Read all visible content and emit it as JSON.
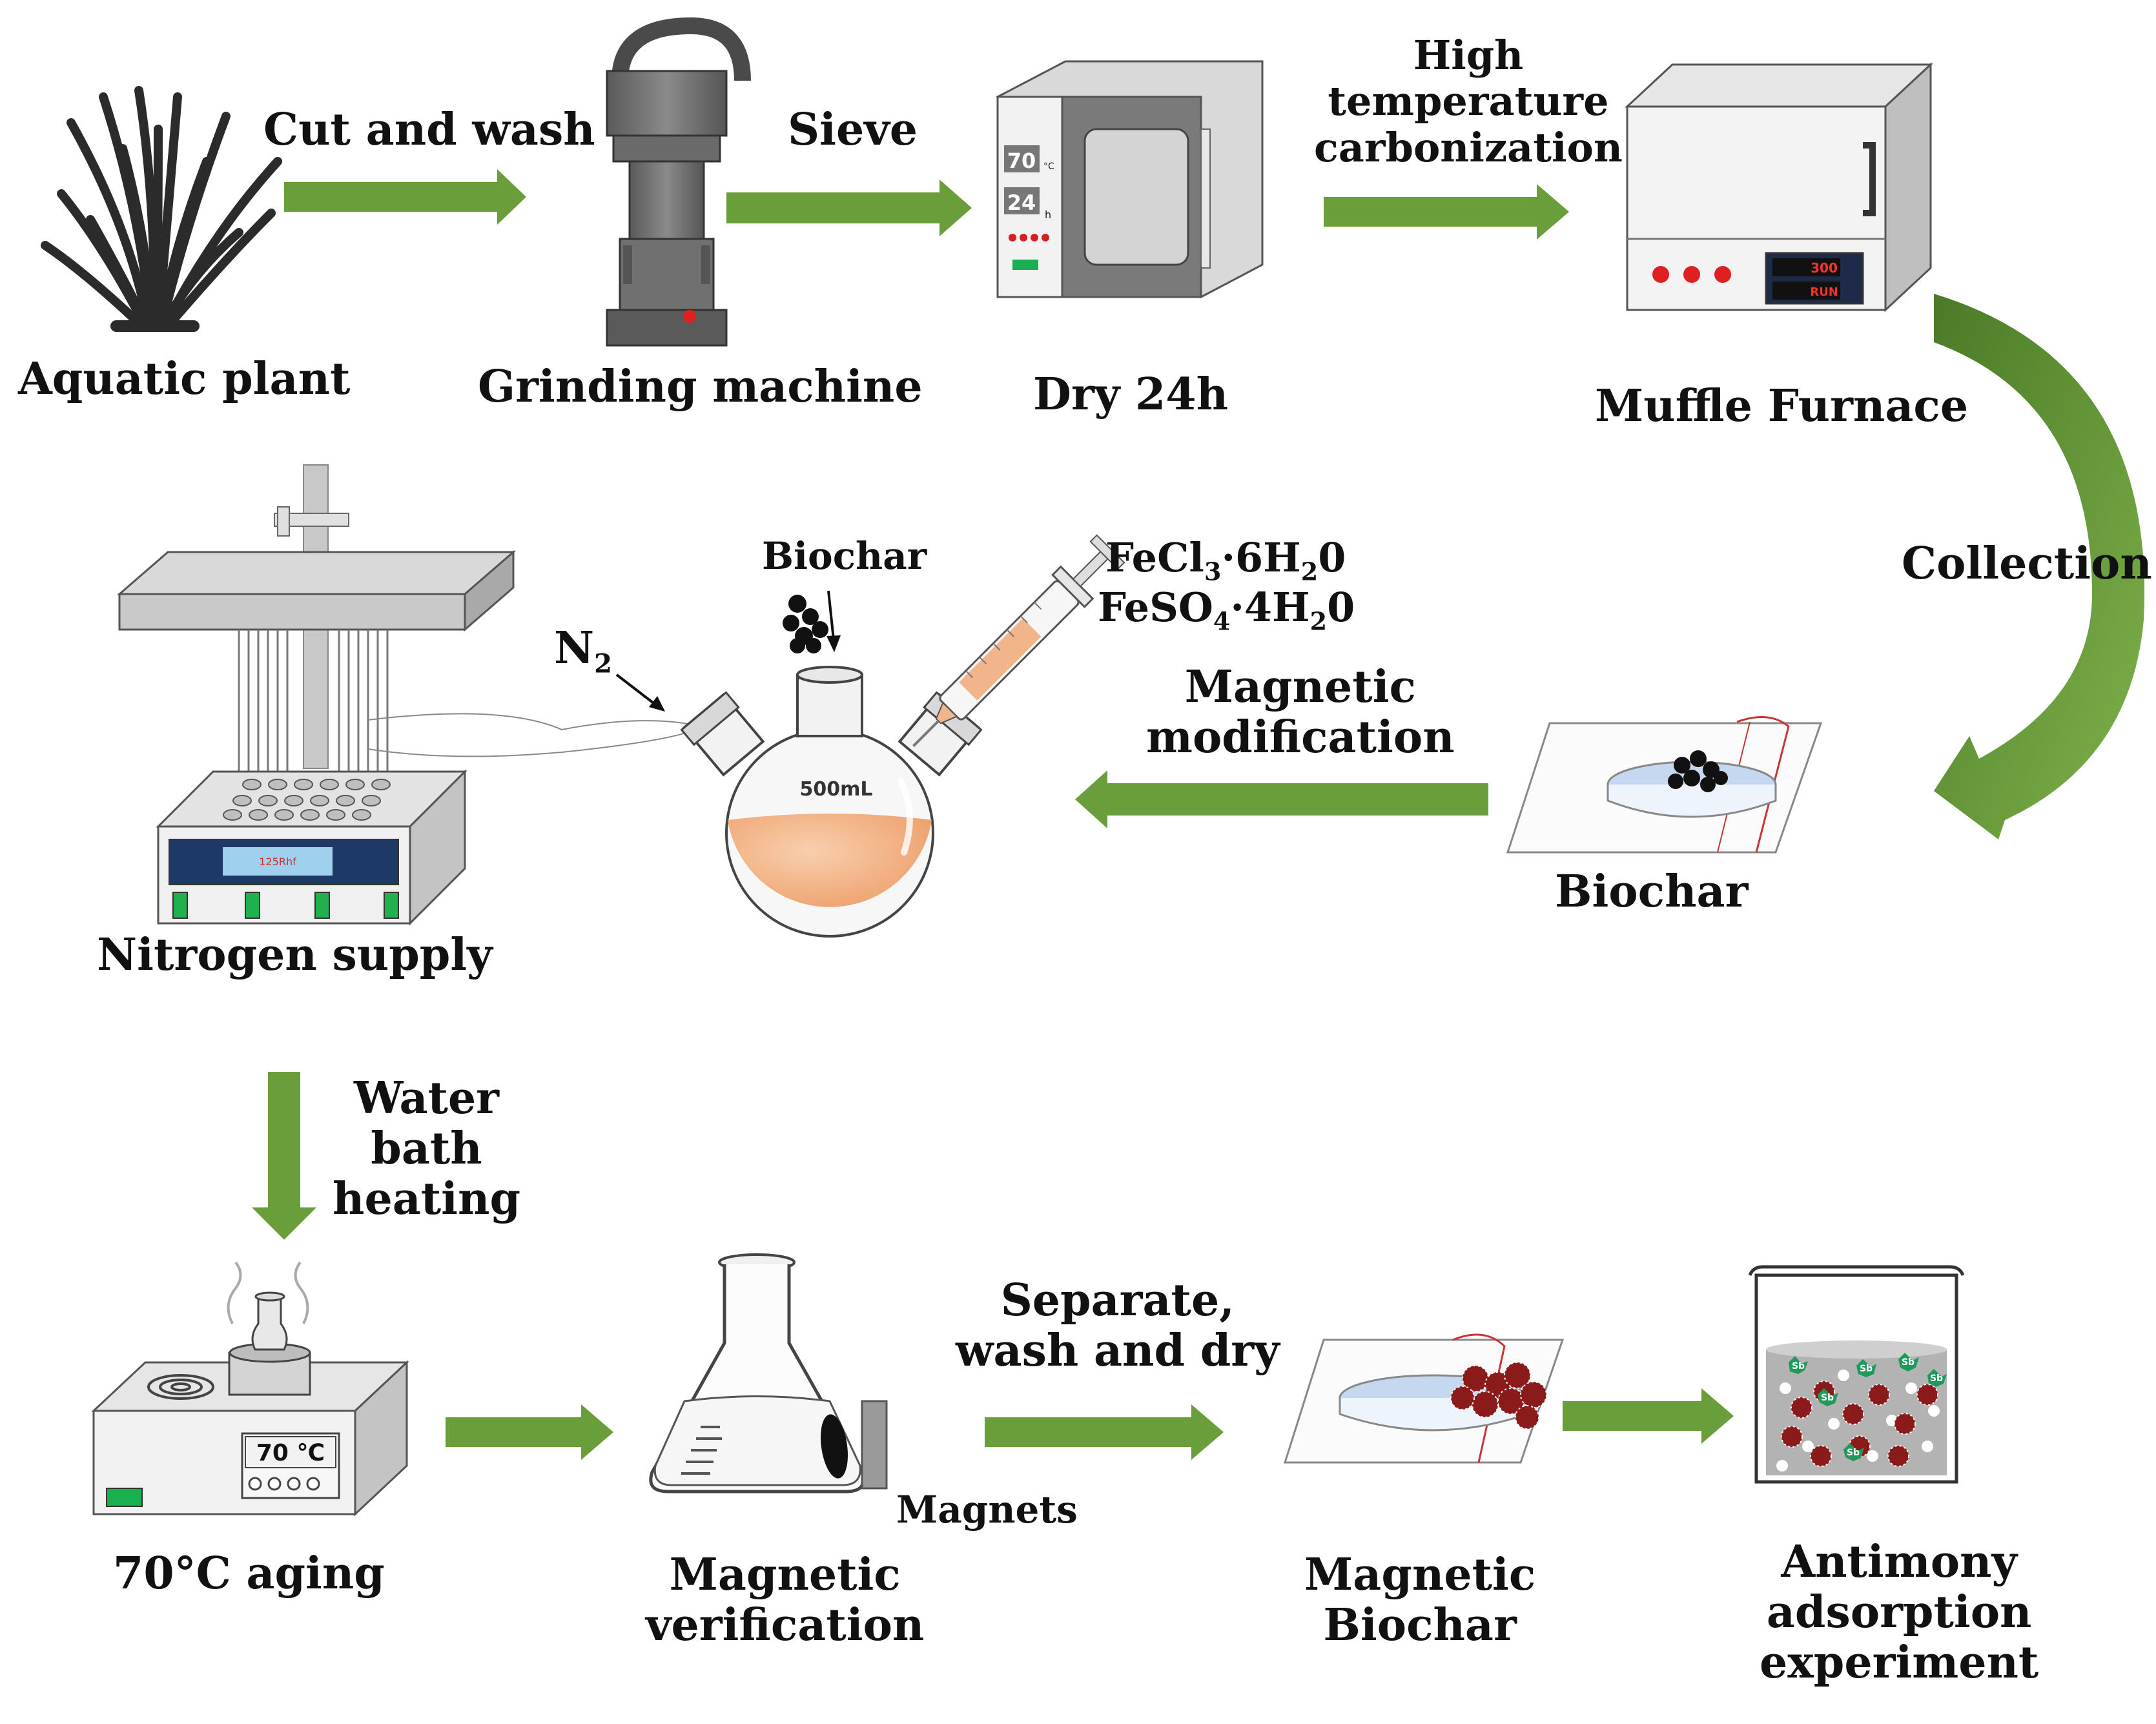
{
  "labels": {
    "aquatic_plant": "Aquatic plant",
    "cut_wash": "Cut  and wash",
    "grinding_machine": "Grinding machine",
    "sieve": "Sieve",
    "dry_24h": "Dry 24h",
    "high_temp": [
      "High",
      "temperature",
      "carbonization"
    ],
    "muffle_furnace": "Muffle Furnace",
    "collection": "Collection",
    "biochar_top": "Biochar",
    "biochar_bag": "Biochar",
    "n2_main": "N",
    "n2_sub": "2",
    "reagent1": {
      "a": "FeCl",
      "b": "3",
      "c": "·6H",
      "d": "2",
      "e": "0"
    },
    "reagent2": {
      "a": "FeSO",
      "b": "4",
      "c": "·4H",
      "d": "2",
      "e": "0"
    },
    "magnetic_modification": [
      "Magnetic",
      "modification"
    ],
    "nitrogen_supply": "Nitrogen supply",
    "water_bath": [
      "Water",
      "bath",
      "heating"
    ],
    "aging": "70°C aging",
    "magnetic_verification": [
      "Magnetic",
      "verification"
    ],
    "magnets": "Magnets",
    "separate": [
      "Separate,",
      "wash and dry"
    ],
    "magnetic_biochar": [
      "Magnetic",
      "Biochar"
    ],
    "antimony": [
      "Antimony",
      "adsorption",
      "experiment"
    ]
  },
  "device_text": {
    "oven_temp": "70",
    "oven_temp_unit": "°C",
    "oven_time": "24",
    "oven_time_unit": "h",
    "furnace_display1": "300",
    "furnace_display2": "RUN",
    "flask_volume": "500mL",
    "nitrogen_display": "125Rhf",
    "bath_display": "70 ℃",
    "sb_label": "Sb"
  },
  "colors": {
    "arrow_green": "#6a9e3a",
    "arrow_green_dark": "#4f7e2a",
    "solution_orange": "#f2b48a",
    "panel_gray": "#6b6b6b"
  }
}
